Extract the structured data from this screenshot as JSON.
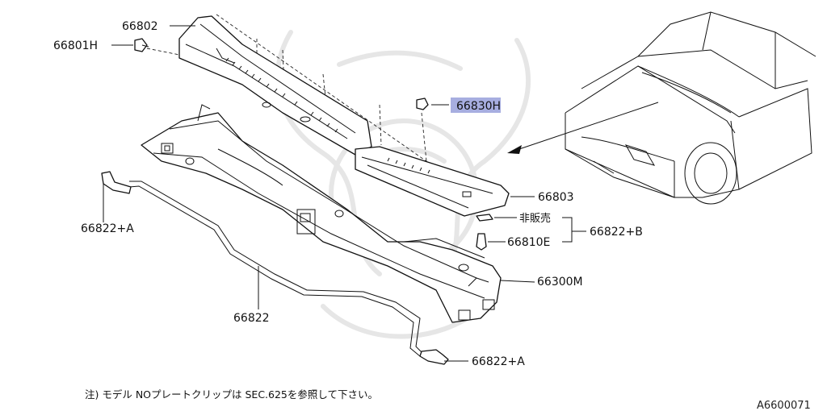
{
  "diagram": {
    "labels": {
      "p66802": "66802",
      "p66801H": "66801H",
      "p66830H": "66830H",
      "p66803": "66803",
      "not_for_sale": "非販売",
      "p66822B": "66822+B",
      "p66810E": "66810E",
      "p66300M": "66300M",
      "p66822A_left": "66822+A",
      "p66822": "66822",
      "p66822A_bottom": "66822+A"
    },
    "highlighted_part": "66830H",
    "highlight_color": "#8a93d6",
    "footnote": "注) モデル NOプレートクリップは SEC.625を参照して下さい。",
    "reference_code": "A6600071"
  }
}
